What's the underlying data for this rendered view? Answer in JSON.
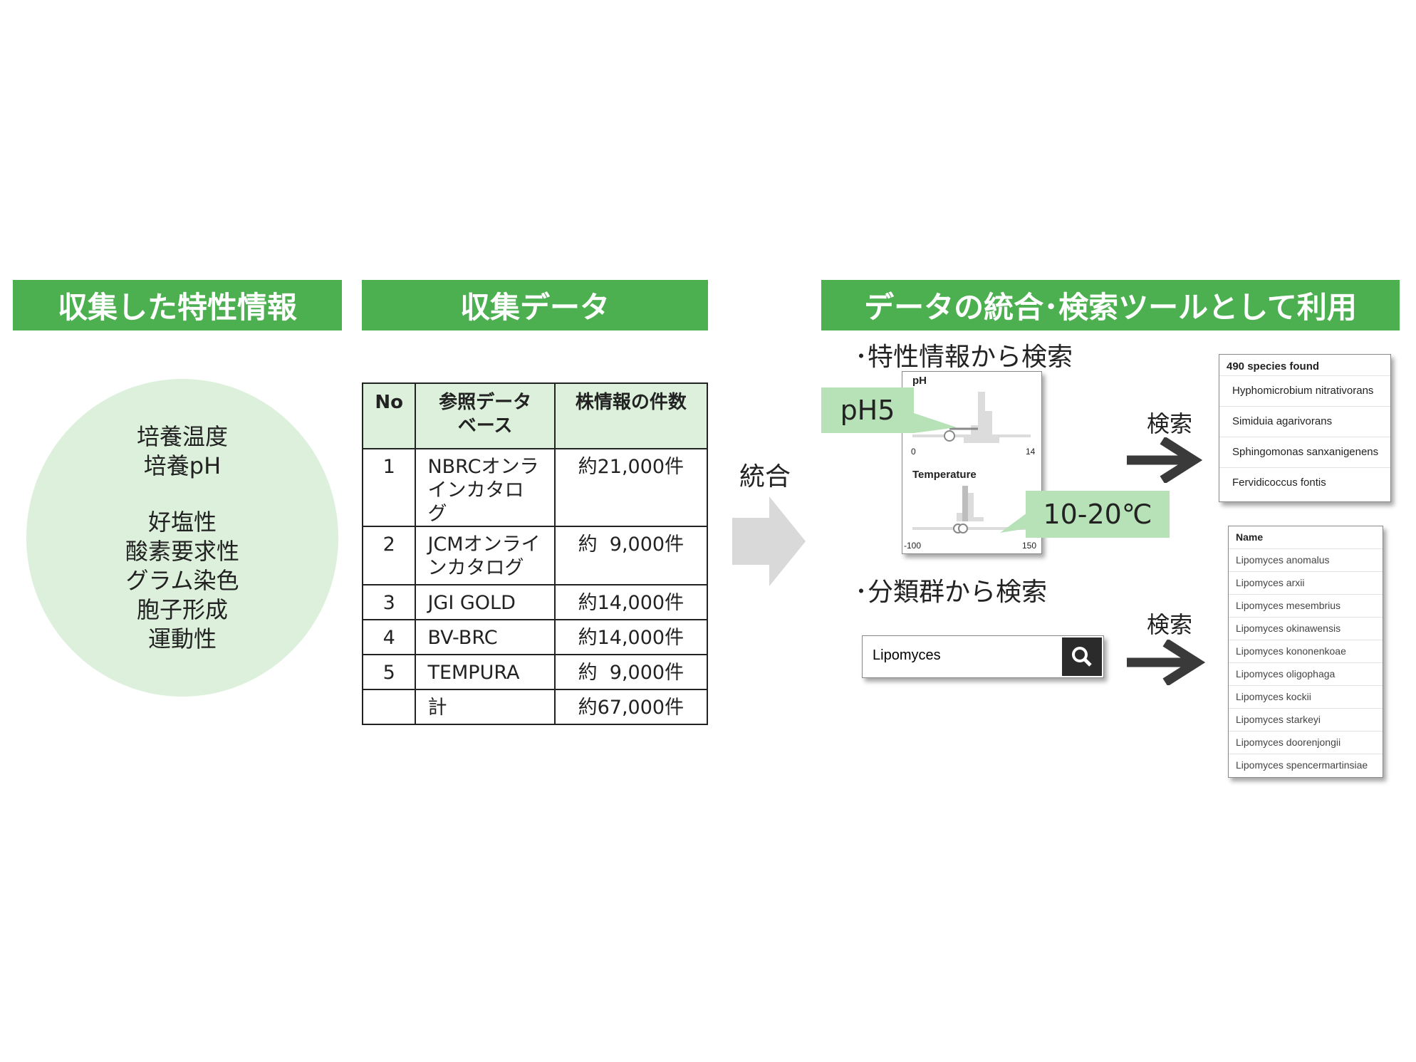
{
  "banners": {
    "traits": "収集した特性情報",
    "data": "収集データ",
    "tool": "データの統合･検索ツールとして利用"
  },
  "traits_circle": {
    "group1": [
      "培養温度",
      "培養pH"
    ],
    "group2": [
      "好塩性",
      "酸素要求性",
      "グラム染色",
      "胞子形成",
      "運動性"
    ]
  },
  "table": {
    "headers": [
      "No",
      "参照データベース",
      "株情報の件数"
    ],
    "rows": [
      {
        "no": "1",
        "db": "NBRCオンラインカタログ",
        "count": "約21,000件"
      },
      {
        "no": "2",
        "db": "JCMオンラインカタログ",
        "count": "約  9,000件"
      },
      {
        "no": "3",
        "db": "JGI GOLD",
        "count": "約14,000件"
      },
      {
        "no": "4",
        "db": "BV-BRC",
        "count": "約14,000件"
      },
      {
        "no": "5",
        "db": "TEMPURA",
        "count": "約  9,000件"
      },
      {
        "no": "",
        "db": "計",
        "count": "約67,000件"
      }
    ]
  },
  "integrate_label": "統合",
  "trait_search": {
    "title": "･特性情報から検索",
    "ph_label": "pH",
    "ph_min": "0",
    "ph_max": "14",
    "temp_label": "Temperature",
    "temp_min": "-100",
    "temp_max": "150",
    "ph_callout": "pH5",
    "temp_callout": "10-20℃",
    "search_label": "検索",
    "results_header": "490 species found",
    "results": [
      "Hyphomicrobium nitrativorans",
      "Simiduia agarivorans",
      "Sphingomonas sanxanigenens",
      "Fervidicoccus fontis"
    ]
  },
  "taxon_search": {
    "title": "･分類群から検索",
    "input_value": "Lipomyces",
    "search_label": "検索",
    "results_header": "Name",
    "results": [
      "Lipomyces anomalus",
      "Lipomyces arxii",
      "Lipomyces mesembrius",
      "Lipomyces okinawensis",
      "Lipomyces kononenkoae",
      "Lipomyces oligophaga",
      "Lipomyces kockii",
      "Lipomyces starkeyi",
      "Lipomyces doorenjongii",
      "Lipomyces spencermartinsiae"
    ]
  },
  "colors": {
    "banner": "#4caf50",
    "light_green": "#dcf0dc",
    "callout": "#b7e2b7",
    "arrow_gray": "#d9d9d9",
    "arrow_dark": "#3a3a3a"
  }
}
